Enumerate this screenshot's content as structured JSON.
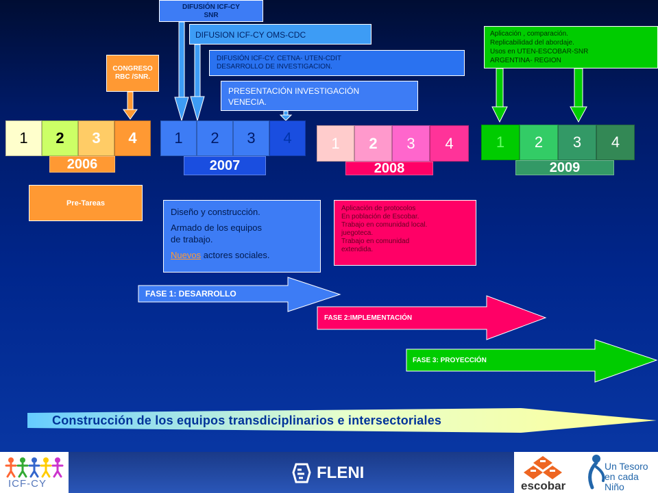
{
  "callouts": {
    "difusion_snr": "DIFUSIÓN ICF-CY\nSNR",
    "difusion_oms": "DIFUSION ICF-CY OMS-CDC",
    "difusion_cetna": "DIFUSIÓN ICF-CY. CETNA- UTEN-CDIT\nDESARROLLO DE INVESTIGACION.",
    "presentacion": "PRESENTACIÓN INVESTIGACIÓN\nVENECIA.",
    "congreso": "CONGRESO\nRBC /SNR.",
    "aplicacion_2009": "Aplicación , comparación.\nReplicabilidad del abordaje.\nUsos en UTEN-ESCOBAR-SNR\nARGENTINA- REGION"
  },
  "years": [
    {
      "label": "2006",
      "quarters": [
        "1",
        "2",
        "3",
        "4"
      ]
    },
    {
      "label": "2007",
      "quarters": [
        "1",
        "2",
        "3",
        "4"
      ]
    },
    {
      "label": "2008",
      "quarters": [
        "1",
        "2",
        "3",
        "4"
      ]
    },
    {
      "label": "2009",
      "quarters": [
        "1",
        "2",
        "3",
        "4"
      ]
    }
  ],
  "pre_tareas": "Pre-Tareas",
  "desarrollo_box": {
    "line1": "Diseño y construcción.",
    "line2": "Armado de los equipos\nde trabajo.",
    "line3_link": "Nuevos",
    "line3_rest": " actores sociales."
  },
  "aplicacion_box": "Aplicación de protocolos\nEn población de Escobar.\nTrabajo en comunidad local.\njuegoteca.\nTrabajo en comunidad\nextendida.",
  "phases": [
    {
      "label": "FASE 1: DESARROLLO",
      "color": "#3d7cf5"
    },
    {
      "label": "FASE 2:IMPLEMENTACIÓN",
      "color": "#ff0066"
    },
    {
      "label": "FASE 3: PROYECCIÓN",
      "color": "#00cc00"
    }
  ],
  "bottom_banner": "Construcción de los equipos transdiciplinarios e intersectoriales",
  "footer": {
    "logo_left": "ICF-CY",
    "logo_center": "FLENI",
    "logo_escobar": "escobar",
    "logo_tesoro": "Un Tesoro\nen cada Niño"
  },
  "colors": {
    "y2006": [
      "#ffffcc",
      "#ccff66",
      "#ffcc66",
      "#ff9933"
    ],
    "y2007": [
      "#3d7cf5",
      "#3d7cf5",
      "#3d7cf5",
      "#1a4ee0"
    ],
    "y2008": [
      "#ffcccc",
      "#ff99cc",
      "#ff66cc",
      "#ff3399"
    ],
    "y2009": [
      "#00cc00",
      "#33cc66",
      "#339966",
      "#338855"
    ]
  }
}
